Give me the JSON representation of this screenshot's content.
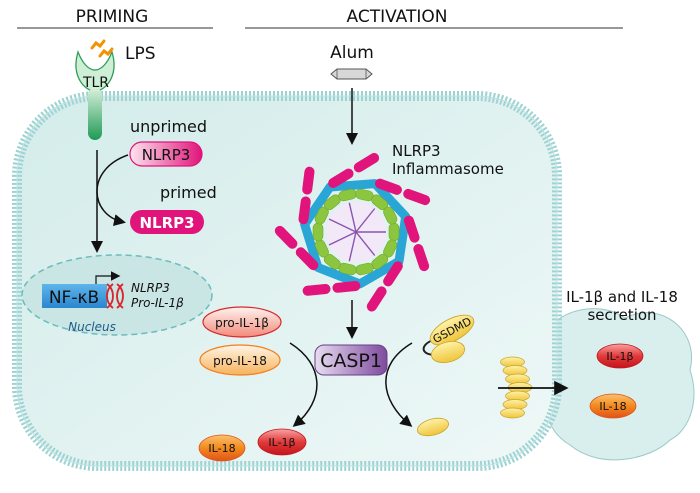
{
  "sections": {
    "priming": "PRIMING",
    "activation": "ACTIVATION"
  },
  "priming": {
    "lps_label": "LPS",
    "tlr_label": "TLR",
    "unprimed_label": "unprimed",
    "unprimed_protein": "NLRP3",
    "primed_label": "primed",
    "primed_protein": "NLRP3",
    "nfkb_label": "NF-κB",
    "gene_1": "NLRP3",
    "gene_2": "Pro-IL-1β",
    "nucleus_label": "Nucleus"
  },
  "activation": {
    "alum_label": "Alum",
    "inflammasome_line1": "NLRP3",
    "inflammasome_line2": "Inflammasome",
    "casp1_label": "CASP1",
    "pro_il1b": "pro-IL-1β",
    "pro_il18": "pro-IL-18",
    "il18": "IL-18",
    "il1b": "IL-1β",
    "gsdmd_label": "GSDMD"
  },
  "secretion": {
    "title_line1": "IL-1β and IL-18",
    "title_line2": "secretion",
    "il1b": "IL-1β",
    "il18": "IL-18"
  },
  "colors": {
    "membrane": "#9fd3d3",
    "cytoplasm": "#dff0ef",
    "nlrp3": "#e0147a",
    "asc": "#2aa6d6",
    "caspase_ring": "#8cc63f",
    "casp1": "#8b5aa8",
    "il1b": "#d9262e",
    "il18": "#f07f1e",
    "gsdmd": "#f3d24a",
    "tlr": "#2e9e5b",
    "lps": "#f39200",
    "nfkb": "#2f8fd3"
  }
}
